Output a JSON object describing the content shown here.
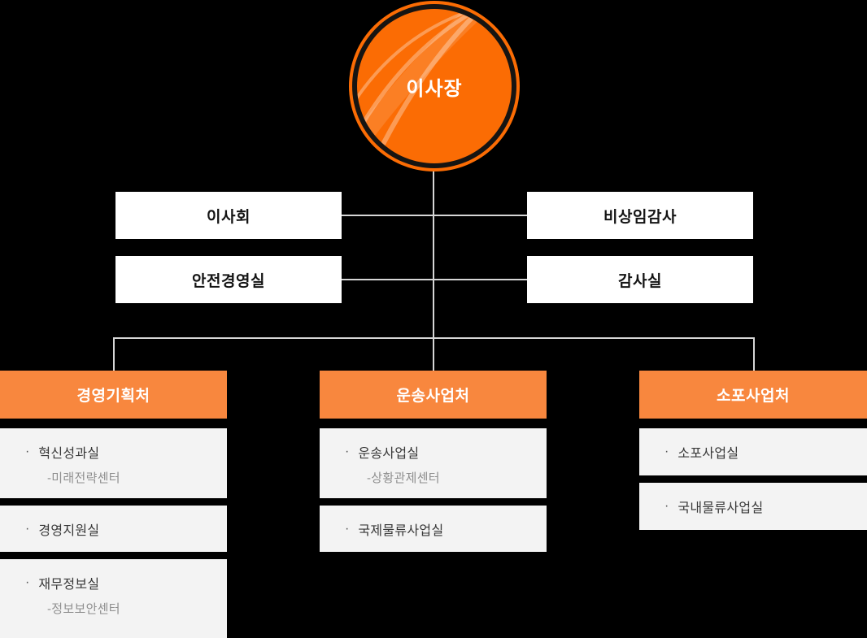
{
  "ui": {
    "bullet": "·"
  },
  "colors": {
    "background": "#000000",
    "circle_orange": "#fb6c04",
    "header_orange": "#f8873e",
    "card_background": "#f3f3f3",
    "connector_line": "#d6d6d6",
    "box_background": "#ffffff",
    "box_text": "#141414",
    "item_text": "#383838",
    "sub_text": "#8f8f8f"
  },
  "chairman": {
    "label": "이사장"
  },
  "staff_boxes": {
    "board": {
      "label": "이사회"
    },
    "non_executive_auditor": {
      "label": "비상임감사"
    },
    "safety_management_office": {
      "label": "안전경영실"
    },
    "audit_office": {
      "label": "감사실"
    }
  },
  "columns": [
    {
      "header": "경영기획처",
      "cards": [
        {
          "title": "혁신성과실",
          "sub": "-미래전략센터"
        },
        {
          "title": "경영지원실"
        },
        {
          "title": "재무정보실",
          "sub": "-정보보안센터"
        }
      ]
    },
    {
      "header": "운송사업처",
      "cards": [
        {
          "title": "운송사업실",
          "sub": "-상황관제센터"
        },
        {
          "title": "국제물류사업실"
        }
      ]
    },
    {
      "header": "소포사업처",
      "cards": [
        {
          "title": "소포사업실"
        },
        {
          "title": "국내물류사업실"
        }
      ]
    }
  ]
}
